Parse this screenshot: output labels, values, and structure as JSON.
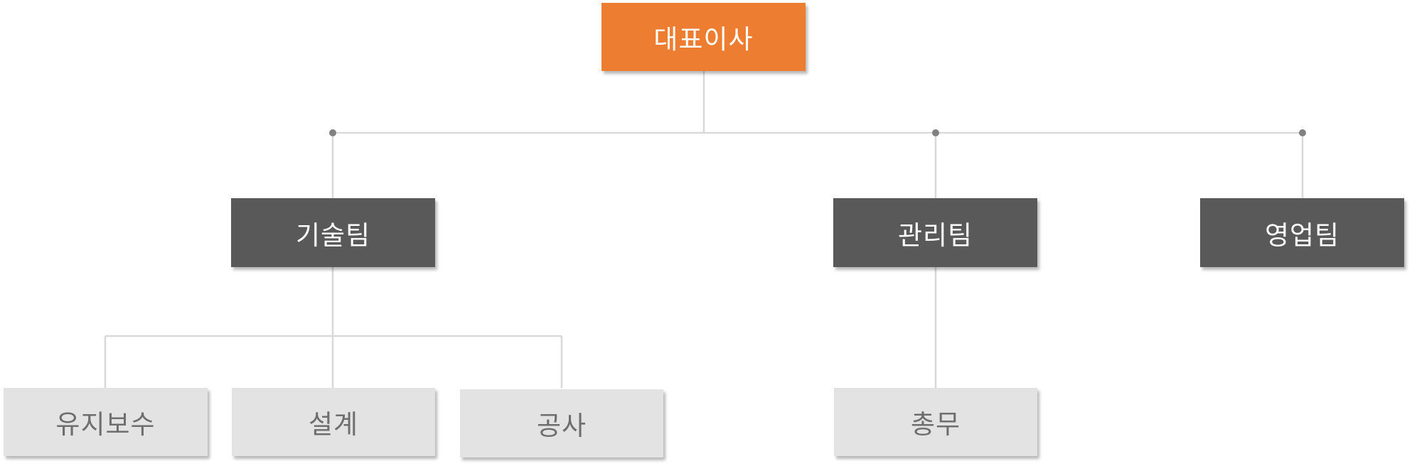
{
  "org_chart": {
    "ceo": {
      "label": "대표이사"
    },
    "teams": [
      {
        "label": "기술팀",
        "units": [
          {
            "label": "유지보수"
          },
          {
            "label": "설계"
          },
          {
            "label": "공사"
          }
        ]
      },
      {
        "label": "관리팀",
        "units": [
          {
            "label": "총무"
          }
        ]
      },
      {
        "label": "영업팀",
        "units": []
      }
    ]
  },
  "colors": {
    "ceo_fill": "#ed7d31",
    "team_fill": "#595959",
    "unit_fill": "#e3e3e3",
    "unit_text": "#6e6e6e",
    "connector": "#d9d9d9",
    "junction_dot": "#808080"
  }
}
